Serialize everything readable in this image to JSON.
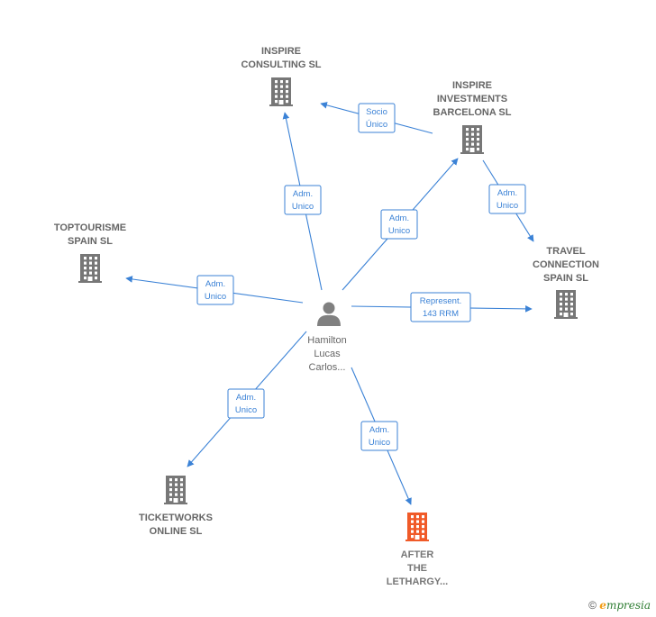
{
  "colors": {
    "edge": "#3b82d6",
    "building": "#777777",
    "building_highlight": "#f05a28",
    "person": "#808080",
    "label": "#666666"
  },
  "center": {
    "name_lines": [
      "Hamilton",
      "Lucas",
      "Carlos..."
    ],
    "icon": "person-icon"
  },
  "companies": [
    {
      "id": "inspire_consulting",
      "lines": [
        "INSPIRE",
        "CONSULTING SL"
      ],
      "highlight": false
    },
    {
      "id": "inspire_investments",
      "lines": [
        "INSPIRE",
        "INVESTMENTS",
        "BARCELONA SL"
      ],
      "highlight": false
    },
    {
      "id": "toptourisme",
      "lines": [
        "TOPTOURISME",
        "SPAIN SL"
      ],
      "highlight": false
    },
    {
      "id": "travel_connection",
      "lines": [
        "TRAVEL",
        "CONNECTION",
        "SPAIN  SL"
      ],
      "highlight": false
    },
    {
      "id": "ticketworks",
      "lines": [
        "TICKETWORKS",
        "ONLINE SL"
      ],
      "highlight": false
    },
    {
      "id": "after_the_lethargy",
      "lines": [
        "AFTER",
        "THE",
        "LETHARGY..."
      ],
      "highlight": true
    }
  ],
  "edges": [
    {
      "from": "center",
      "to": "inspire_consulting",
      "label": [
        "Adm.",
        "Unico"
      ]
    },
    {
      "from": "center",
      "to": "inspire_investments",
      "label": [
        "Adm.",
        "Unico"
      ]
    },
    {
      "from": "center",
      "to": "toptourisme",
      "label": [
        "Adm.",
        "Unico"
      ]
    },
    {
      "from": "center",
      "to": "travel_connection",
      "label": [
        "Represent.",
        "143 RRM"
      ]
    },
    {
      "from": "center",
      "to": "ticketworks",
      "label": [
        "Adm.",
        "Unico"
      ]
    },
    {
      "from": "center",
      "to": "after_the_lethargy",
      "label": [
        "Adm.",
        "Unico"
      ]
    },
    {
      "from": "inspire_investments",
      "to": "inspire_consulting",
      "label": [
        "Socio",
        "Único"
      ]
    },
    {
      "from": "inspire_investments",
      "to": "travel_connection",
      "label": [
        "Adm.",
        "Unico"
      ]
    }
  ],
  "footer": {
    "copyright": "©",
    "brand_first": "e",
    "brand_rest": "mpresia"
  }
}
